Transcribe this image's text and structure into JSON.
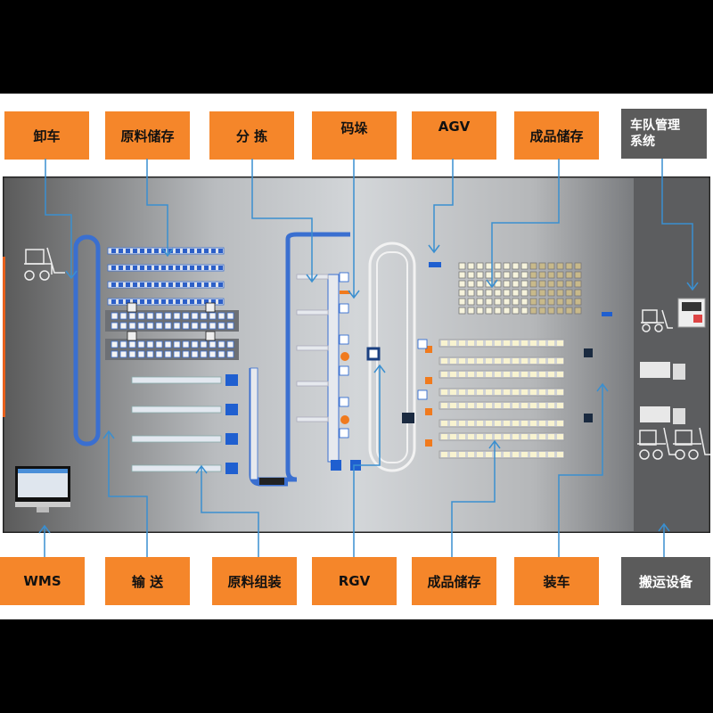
{
  "top_labels": [
    {
      "text": "卸车"
    },
    {
      "text": "原料储存"
    },
    {
      "text": "分  拣"
    },
    {
      "text": "码垛"
    },
    {
      "text": "AGV"
    },
    {
      "text": "成品储存"
    },
    {
      "text": "车队管理\n系统"
    }
  ],
  "bottom_labels": [
    {
      "text": "WMS"
    },
    {
      "text": "输  送"
    },
    {
      "text": "原料组装"
    },
    {
      "text": "RGV"
    },
    {
      "text": "成品储存"
    },
    {
      "text": "装车"
    },
    {
      "text": "搬运设备"
    }
  ],
  "colors": {
    "label_orange": "#f5862a",
    "label_gray": "#5b5b5b",
    "connector_blue": "#3a8fd0",
    "equipment_blue": "#1f5fd0"
  }
}
